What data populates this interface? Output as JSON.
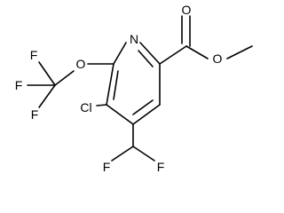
{
  "molecule": {
    "atoms": {
      "n_ring": "N",
      "o_ether": "O",
      "f_top_left": "F",
      "f_left": "F",
      "f_bottom_left": "F",
      "cl": "Cl",
      "o_carbonyl": "O",
      "o_ester": "O",
      "f_chf2_left": "F",
      "f_chf2_right": "F"
    }
  }
}
